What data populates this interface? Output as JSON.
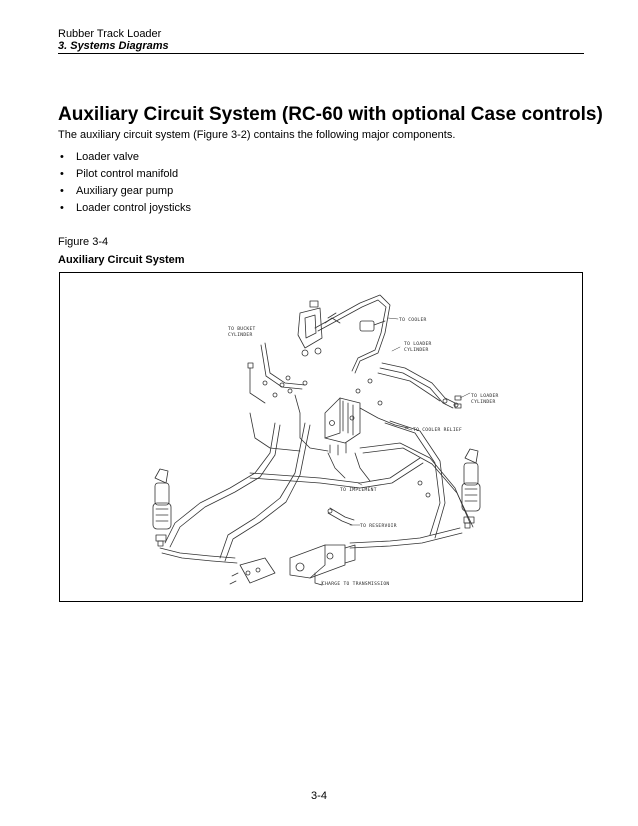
{
  "header": {
    "line1": "Rubber Track Loader",
    "line2": "3. Systems Diagrams"
  },
  "title": "Auxiliary Circuit System (RC-60 with optional Case controls)",
  "intro": "The auxiliary circuit system (Figure 3-2) contains the following major components.",
  "bullet_glyph": "•",
  "components": [
    "Loader valve",
    "Pilot control manifold",
    "Auxiliary gear pump",
    "Loader control joysticks"
  ],
  "figure": {
    "number": "Figure 3-4",
    "caption": "Auxiliary Circuit System",
    "labels": {
      "to_cooler": "TO COOLER",
      "to_bucket_1": "TO BUCKET",
      "to_bucket_2": "CYLINDER",
      "to_loader_top_1": "TO LOADER",
      "to_loader_top_2": "CYLINDER",
      "to_loader_right_1": "TO LOADER",
      "to_loader_right_2": "CYLINDER",
      "to_cooler_relief": "TO COOLER RELIEF",
      "to_implement": "TO IMPLEMENT",
      "to_reservoir": "TO RESERVOIR",
      "charge_to_transmission": "CHARGE TO TRANSMISSION"
    }
  },
  "page_number": "3-4"
}
